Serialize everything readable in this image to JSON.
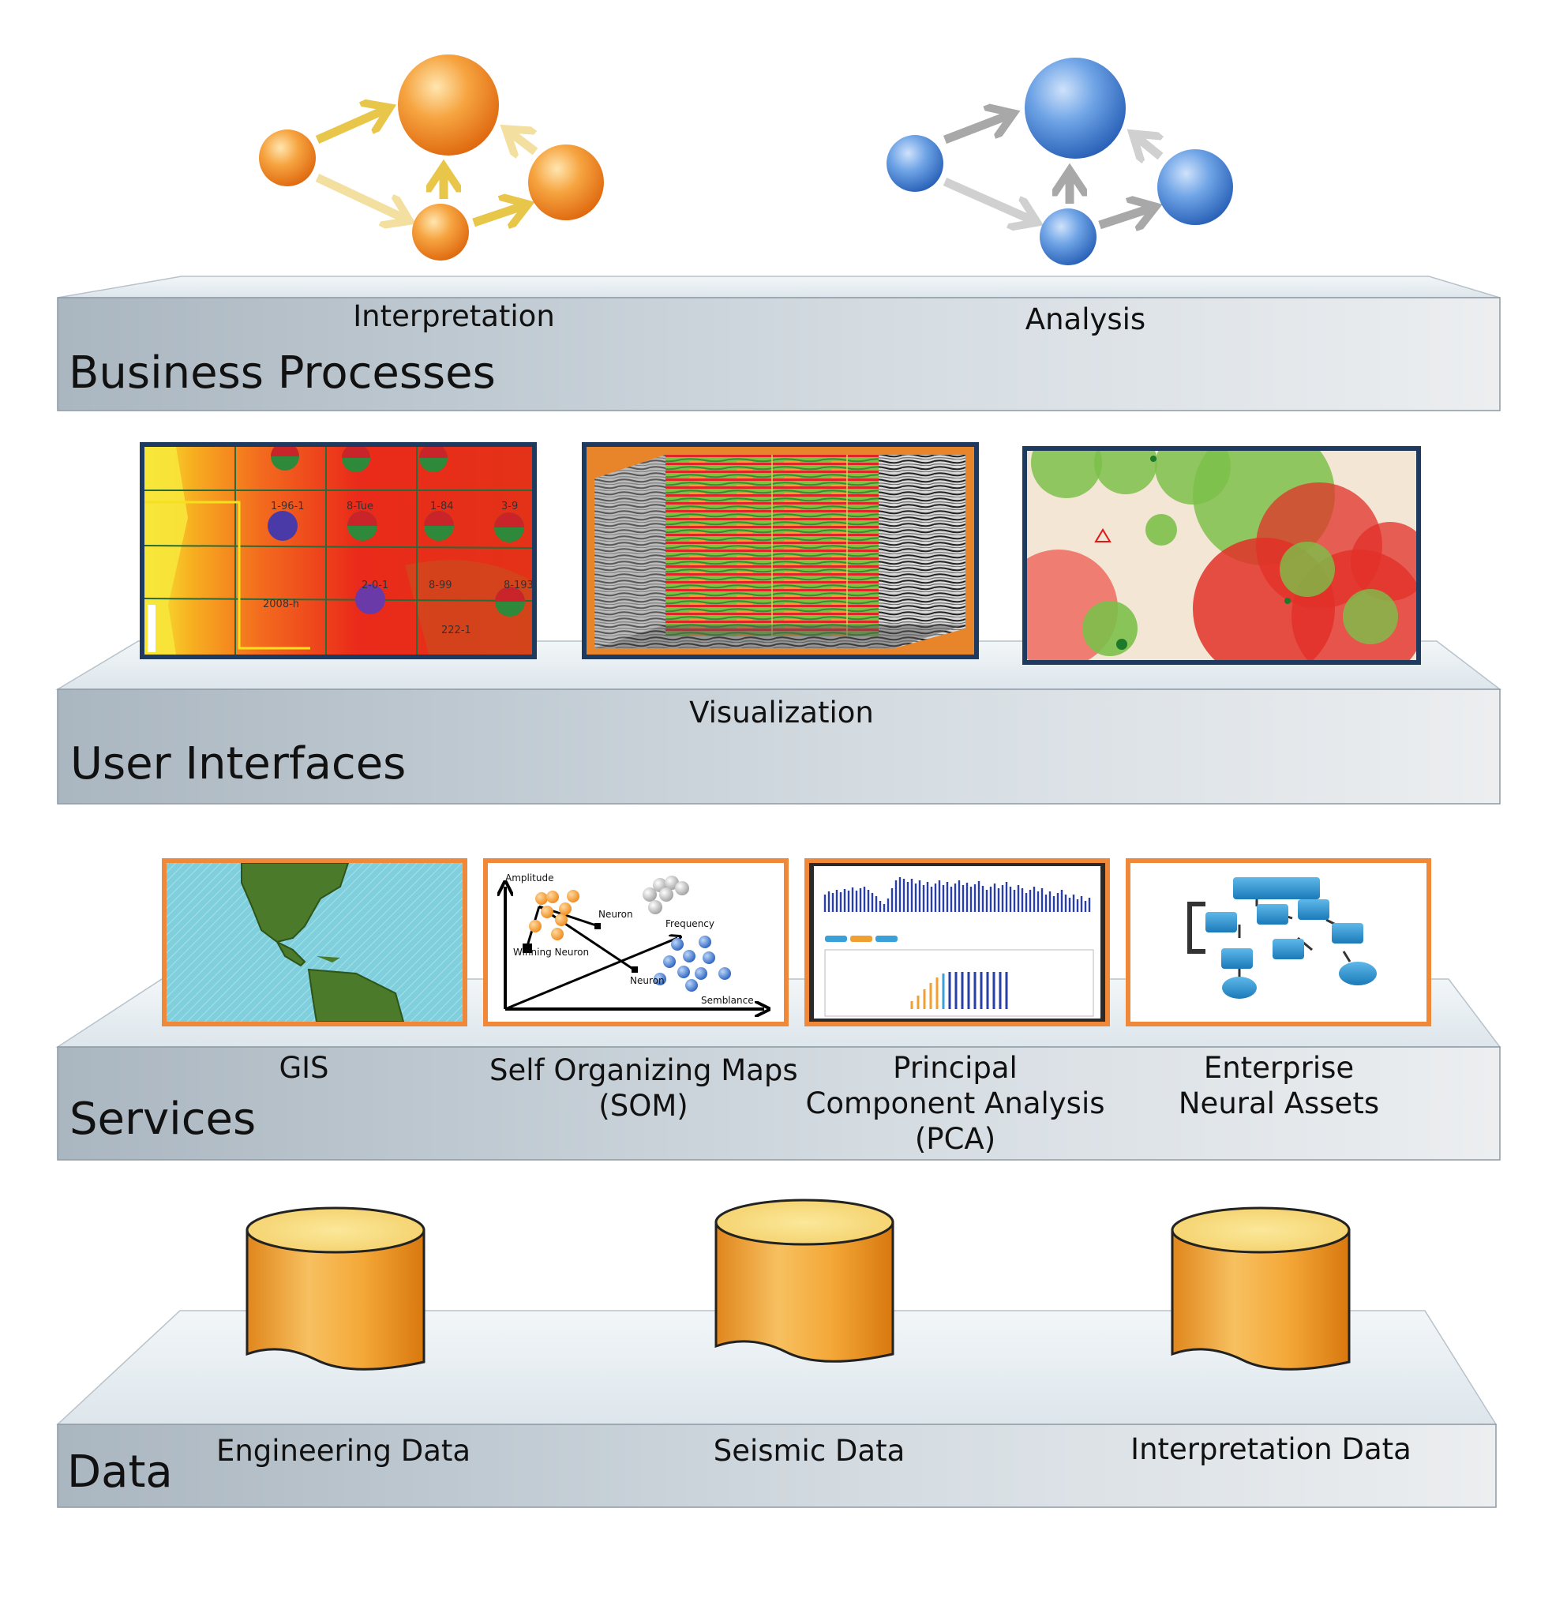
{
  "layers": {
    "business": {
      "title": "Business Processes",
      "left_label": "Interpretation",
      "right_label": "Analysis",
      "colors": {
        "orange": "#f08a1c",
        "blue": "#3f7fd0",
        "arrow_gold": "#e8c64a",
        "arrow_grey": "#a8a8a8"
      }
    },
    "ui": {
      "title": "User Interfaces",
      "center_label": "Visualization",
      "frame_color": "#1e3a5f"
    },
    "services": {
      "title": "Services",
      "frame_color": "#f0883a",
      "items": [
        {
          "lines": [
            "GIS"
          ]
        },
        {
          "lines": [
            "Self Organizing Maps",
            "(SOM)"
          ]
        },
        {
          "lines": [
            "Principal",
            "Component Analysis",
            "(PCA)"
          ]
        },
        {
          "lines": [
            "Enterprise",
            "Neural Assets"
          ]
        }
      ],
      "som": {
        "amplitude": "Amplitude",
        "neuron_top": "Neuron",
        "frequency": "Frequency",
        "winning_neuron": "Winning Neuron",
        "neuron_bottom": "Neuron",
        "semblance": "Semblance"
      }
    },
    "data": {
      "title": "Data",
      "items": [
        "Engineering Data",
        "Seismic Data",
        "Interpretation Data"
      ],
      "cylinder_color": "#f0a030"
    }
  },
  "map_labels": [
    "1-96-1",
    "8-Tue",
    "1-84",
    "3-9",
    "2008-h",
    "2-0-1",
    "8-99",
    "8-193",
    "222-1"
  ]
}
